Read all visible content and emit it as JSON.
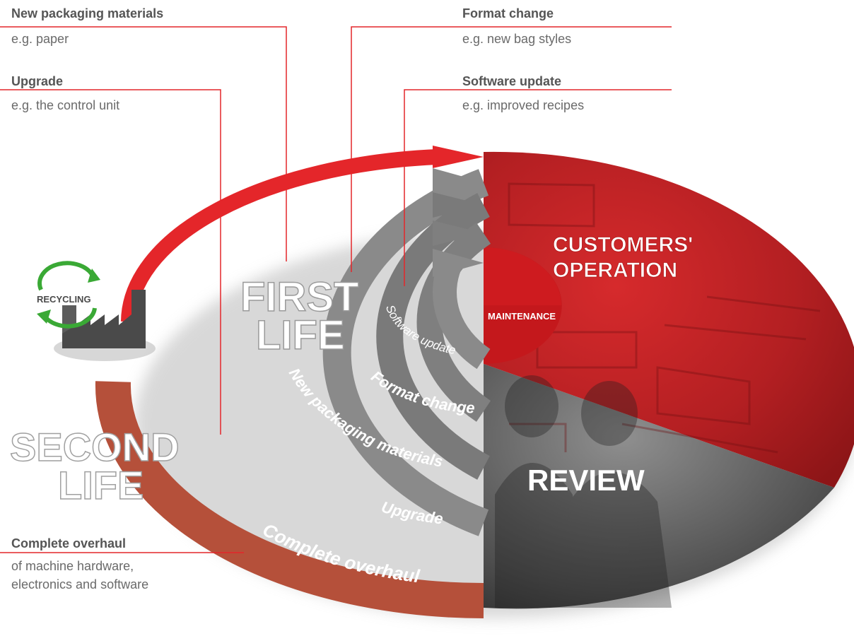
{
  "callouts": {
    "packaging": {
      "heading": "New packaging materials",
      "detail": "e.g. paper"
    },
    "upgrade": {
      "heading": "Upgrade",
      "detail": "e.g. the control unit"
    },
    "format": {
      "heading": "Format change",
      "detail": "e.g. new bag styles"
    },
    "software": {
      "heading": "Software update",
      "detail": "e.g. improved recipes"
    },
    "overhaul": {
      "heading": "Complete overhaul",
      "detail_line1": "of machine hardware,",
      "detail_line2": "electronics and software"
    }
  },
  "diagram": {
    "first_life_line1": "FIRST",
    "first_life_line2": "LIFE",
    "second_life_line1": "SECOND",
    "second_life_line2": "LIFE",
    "recycling": "RECYCLING",
    "maintenance": "MAINTENANCE",
    "customers_line1": "CUSTOMERS'",
    "customers_line2": "OPERATION",
    "review": "REVIEW",
    "arc_labels": {
      "software_update": "Software update",
      "format_change": "Format change",
      "new_packaging": "New packaging materials",
      "upgrade": "Upgrade",
      "complete_overhaul": "Complete overhaul"
    }
  },
  "colors": {
    "accent_red": "#e4262a",
    "dark_red": "#a11b1d",
    "arrow_gray": "#7d7d7d",
    "overhaul_brown": "#b5503a",
    "text_gray": "#555555",
    "recycling_green": "#3aa935"
  }
}
